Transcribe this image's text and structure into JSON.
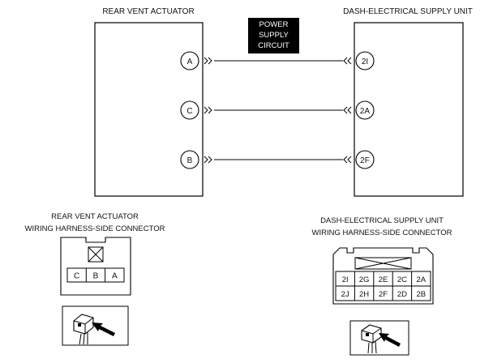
{
  "components": {
    "left": {
      "title": "REAR VENT ACTUATOR"
    },
    "right": {
      "title": "DASH-ELECTRICAL SUPPLY UNIT"
    }
  },
  "power_box": {
    "lines": [
      "POWER",
      "SUPPLY",
      "CIRCUIT"
    ]
  },
  "wires": [
    {
      "from": "A",
      "to": "2I"
    },
    {
      "from": "C",
      "to": "2A"
    },
    {
      "from": "B",
      "to": "2F"
    }
  ],
  "connectors": {
    "left": {
      "title_line1": "REAR VENT ACTUATOR",
      "title_line2": "WIRING HARNESS-SIDE CONNECTOR",
      "pins": [
        "C",
        "B",
        "A"
      ]
    },
    "right": {
      "title_line1": "DASH-ELECTRICAL SUPPLY UNIT",
      "title_line2": "WIRING HARNESS-SIDE CONNECTOR",
      "row1": [
        "2I",
        "2G",
        "2E",
        "2C",
        "2A"
      ],
      "row2": [
        "2J",
        "2H",
        "2F",
        "2D",
        "2B"
      ]
    }
  }
}
